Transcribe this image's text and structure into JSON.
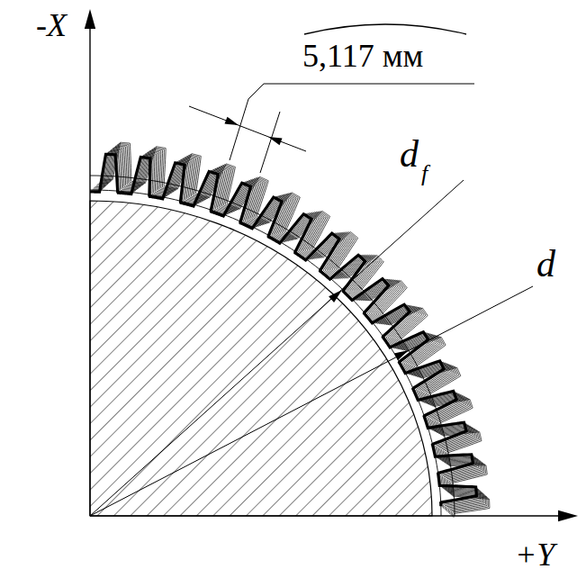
{
  "diagram": {
    "labels": [
      "-X",
      "+Y",
      "5,117 мм",
      "d",
      "f",
      "d"
    ]
  }
}
